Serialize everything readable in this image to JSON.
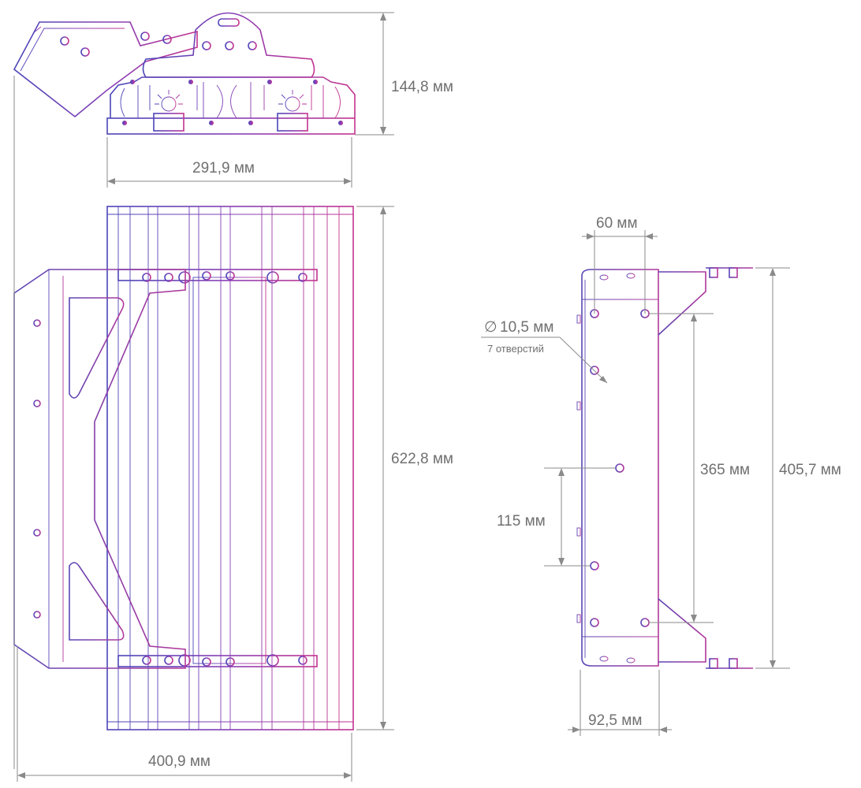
{
  "dimensions": {
    "front_height": "144,8 мм",
    "front_width": "291,9 мм",
    "body_length": "622,8 мм",
    "overall_width": "400,9 мм",
    "bracket_hole_spacing": "60 мм",
    "hole_diameter": "10,5 мм",
    "hole_count": "7 отверстий",
    "hole_pitch_long": "365 мм",
    "hole_pitch_short": "115 мм",
    "bracket_length": "405,7 мм",
    "bracket_depth": "92,5 мм"
  },
  "symbols": {
    "diameter": "∅"
  },
  "colors": {
    "gradient_start": "#4b45b8",
    "gradient_mid": "#8a3fb5",
    "gradient_end": "#c2348f",
    "dimension_line": "#8a8a8a",
    "dimension_text": "#707070"
  }
}
